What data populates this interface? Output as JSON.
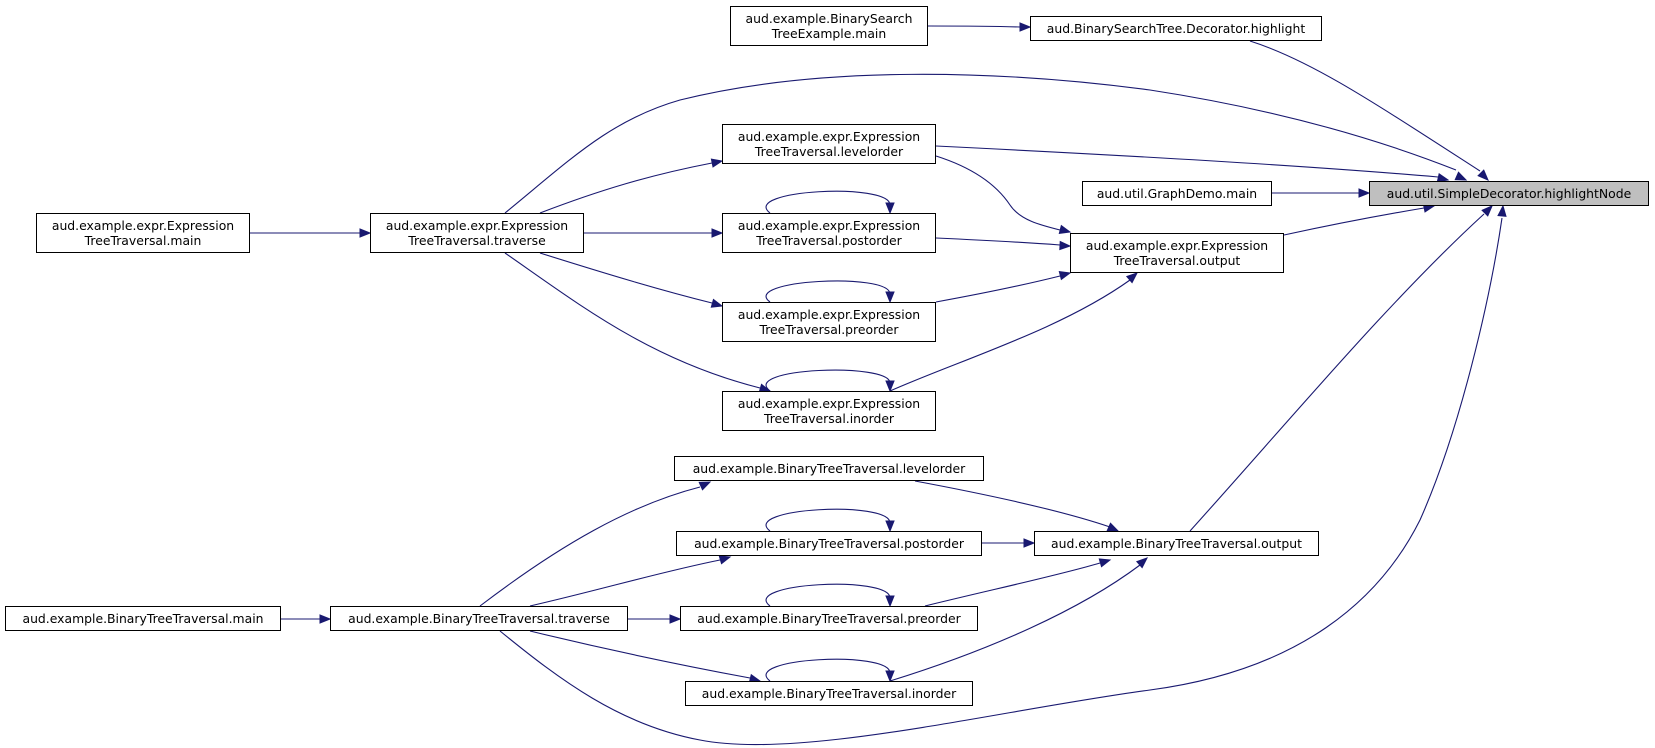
{
  "colors": {
    "edge": "#191970",
    "node_border": "#000000",
    "node_fill": "#ffffff",
    "focus_fill": "#bfbfbf"
  },
  "nodes": {
    "highlightNode": {
      "lines": [
        "aud.util.SimpleDecorator.highlightNode"
      ],
      "focus": true
    },
    "bst_highlight": {
      "lines": [
        "aud.BinarySearchTree.Decorator.highlight"
      ]
    },
    "bst_example_main": {
      "lines": [
        "aud.example.BinarySearch",
        "TreeExample.main"
      ]
    },
    "graphdemo_main": {
      "lines": [
        "aud.util.GraphDemo.main"
      ]
    },
    "expr_levelorder": {
      "lines": [
        "aud.example.expr.Expression",
        "TreeTraversal.levelorder"
      ]
    },
    "expr_postorder": {
      "lines": [
        "aud.example.expr.Expression",
        "TreeTraversal.postorder"
      ]
    },
    "expr_preorder": {
      "lines": [
        "aud.example.expr.Expression",
        "TreeTraversal.preorder"
      ]
    },
    "expr_inorder": {
      "lines": [
        "aud.example.expr.Expression",
        "TreeTraversal.inorder"
      ]
    },
    "expr_output": {
      "lines": [
        "aud.example.expr.Expression",
        "TreeTraversal.output"
      ]
    },
    "expr_traverse": {
      "lines": [
        "aud.example.expr.Expression",
        "TreeTraversal.traverse"
      ]
    },
    "expr_main": {
      "lines": [
        "aud.example.expr.Expression",
        "TreeTraversal.main"
      ]
    },
    "btt_levelorder": {
      "lines": [
        "aud.example.BinaryTreeTraversal.levelorder"
      ]
    },
    "btt_postorder": {
      "lines": [
        "aud.example.BinaryTreeTraversal.postorder"
      ]
    },
    "btt_preorder": {
      "lines": [
        "aud.example.BinaryTreeTraversal.preorder"
      ]
    },
    "btt_inorder": {
      "lines": [
        "aud.example.BinaryTreeTraversal.inorder"
      ]
    },
    "btt_output": {
      "lines": [
        "aud.example.BinaryTreeTraversal.output"
      ]
    },
    "btt_traverse": {
      "lines": [
        "aud.example.BinaryTreeTraversal.traverse"
      ]
    },
    "btt_main": {
      "lines": [
        "aud.example.BinaryTreeTraversal.main"
      ]
    }
  },
  "edges": [
    {
      "from": "bst_example_main",
      "to": "bst_highlight"
    },
    {
      "from": "bst_highlight",
      "to": "highlightNode"
    },
    {
      "from": "expr_traverse",
      "to": "highlightNode"
    },
    {
      "from": "expr_levelorder",
      "to": "highlightNode"
    },
    {
      "from": "graphdemo_main",
      "to": "highlightNode"
    },
    {
      "from": "expr_output",
      "to": "highlightNode"
    },
    {
      "from": "btt_output",
      "to": "highlightNode"
    },
    {
      "from": "btt_traverse",
      "to": "highlightNode"
    },
    {
      "from": "expr_main",
      "to": "expr_traverse"
    },
    {
      "from": "expr_traverse",
      "to": "expr_levelorder"
    },
    {
      "from": "expr_traverse",
      "to": "expr_postorder"
    },
    {
      "from": "expr_traverse",
      "to": "expr_preorder"
    },
    {
      "from": "expr_traverse",
      "to": "expr_inorder"
    },
    {
      "from": "expr_postorder",
      "to": "expr_postorder"
    },
    {
      "from": "expr_preorder",
      "to": "expr_preorder"
    },
    {
      "from": "expr_inorder",
      "to": "expr_inorder"
    },
    {
      "from": "expr_levelorder",
      "to": "expr_output"
    },
    {
      "from": "expr_postorder",
      "to": "expr_output"
    },
    {
      "from": "expr_preorder",
      "to": "expr_output"
    },
    {
      "from": "expr_inorder",
      "to": "expr_output"
    },
    {
      "from": "btt_main",
      "to": "btt_traverse"
    },
    {
      "from": "btt_traverse",
      "to": "btt_levelorder"
    },
    {
      "from": "btt_traverse",
      "to": "btt_postorder"
    },
    {
      "from": "btt_traverse",
      "to": "btt_preorder"
    },
    {
      "from": "btt_traverse",
      "to": "btt_inorder"
    },
    {
      "from": "btt_postorder",
      "to": "btt_postorder"
    },
    {
      "from": "btt_preorder",
      "to": "btt_preorder"
    },
    {
      "from": "btt_inorder",
      "to": "btt_inorder"
    },
    {
      "from": "btt_levelorder",
      "to": "btt_output"
    },
    {
      "from": "btt_postorder",
      "to": "btt_output"
    },
    {
      "from": "btt_preorder",
      "to": "btt_output"
    },
    {
      "from": "btt_inorder",
      "to": "btt_output"
    }
  ]
}
